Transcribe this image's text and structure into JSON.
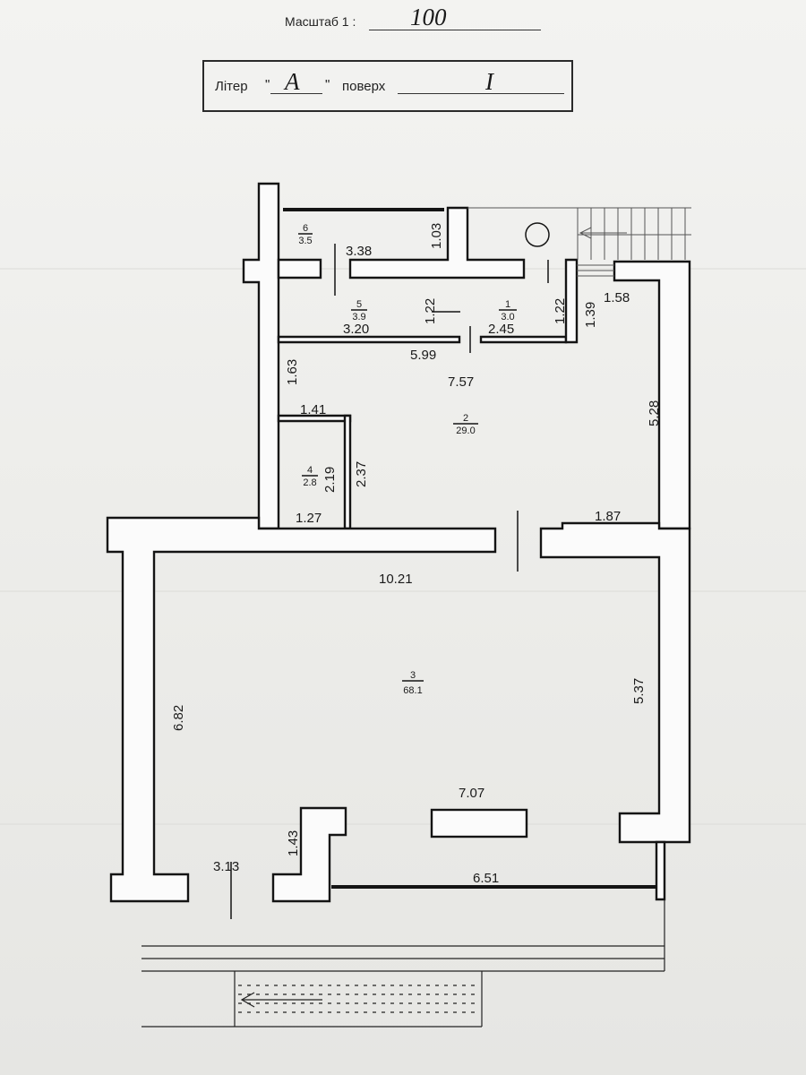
{
  "header": {
    "scale_label": "Масштаб 1 :",
    "scale_value": "100",
    "liter_label": "Літер",
    "liter_open_quote": "\"",
    "liter_value": "А",
    "liter_close_quote": "\"",
    "floor_label": "поверх",
    "floor_value": "І"
  },
  "rooms": [
    {
      "number": "1",
      "area": "3.0"
    },
    {
      "number": "2",
      "area": "29.0"
    },
    {
      "number": "3",
      "area": "68.1"
    },
    {
      "number": "4",
      "area": "2.8"
    },
    {
      "number": "5",
      "area": "3.9"
    },
    {
      "number": "6",
      "area": "3.5"
    }
  ],
  "dimensions": {
    "d_3_38": "3.38",
    "d_1_03": "1.03",
    "d_1_22a": "1.22",
    "d_1_22b": "1.22",
    "d_1_39": "1.39",
    "d_1_58": "1.58",
    "d_3_20": "3.20",
    "d_2_45": "2.45",
    "d_5_99": "5.99",
    "d_7_57": "7.57",
    "d_1_63": "1.63",
    "d_5_28": "5.28",
    "d_1_41": "1.41",
    "d_2_19": "2.19",
    "d_2_37": "2.37",
    "d_1_27": "1.27",
    "d_1_87": "1.87",
    "d_10_21": "10.21",
    "d_6_82": "6.82",
    "d_5_37": "5.37",
    "d_7_07": "7.07",
    "d_1_43": "1.43",
    "d_3_13": "3.13",
    "d_6_51": "6.51"
  }
}
